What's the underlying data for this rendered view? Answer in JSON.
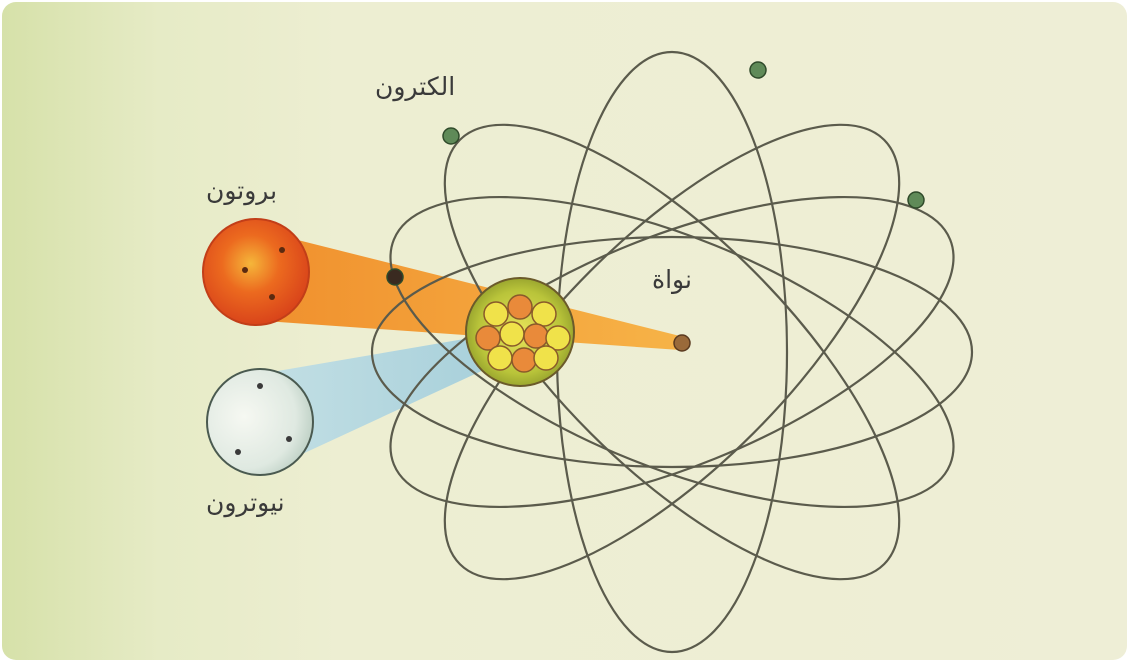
{
  "labels": {
    "electron": "الكترون",
    "proton": "بروتون",
    "nucleus": "نواة",
    "neutron": "نيوترون"
  },
  "colors": {
    "proton": "#e8601c",
    "neutron": "#dfe9e1",
    "orbit": "#5a5a4a",
    "electron": "#4f7a48",
    "beam_proton": "#f39a2a",
    "beam_neutron": "#a9d3e3"
  }
}
